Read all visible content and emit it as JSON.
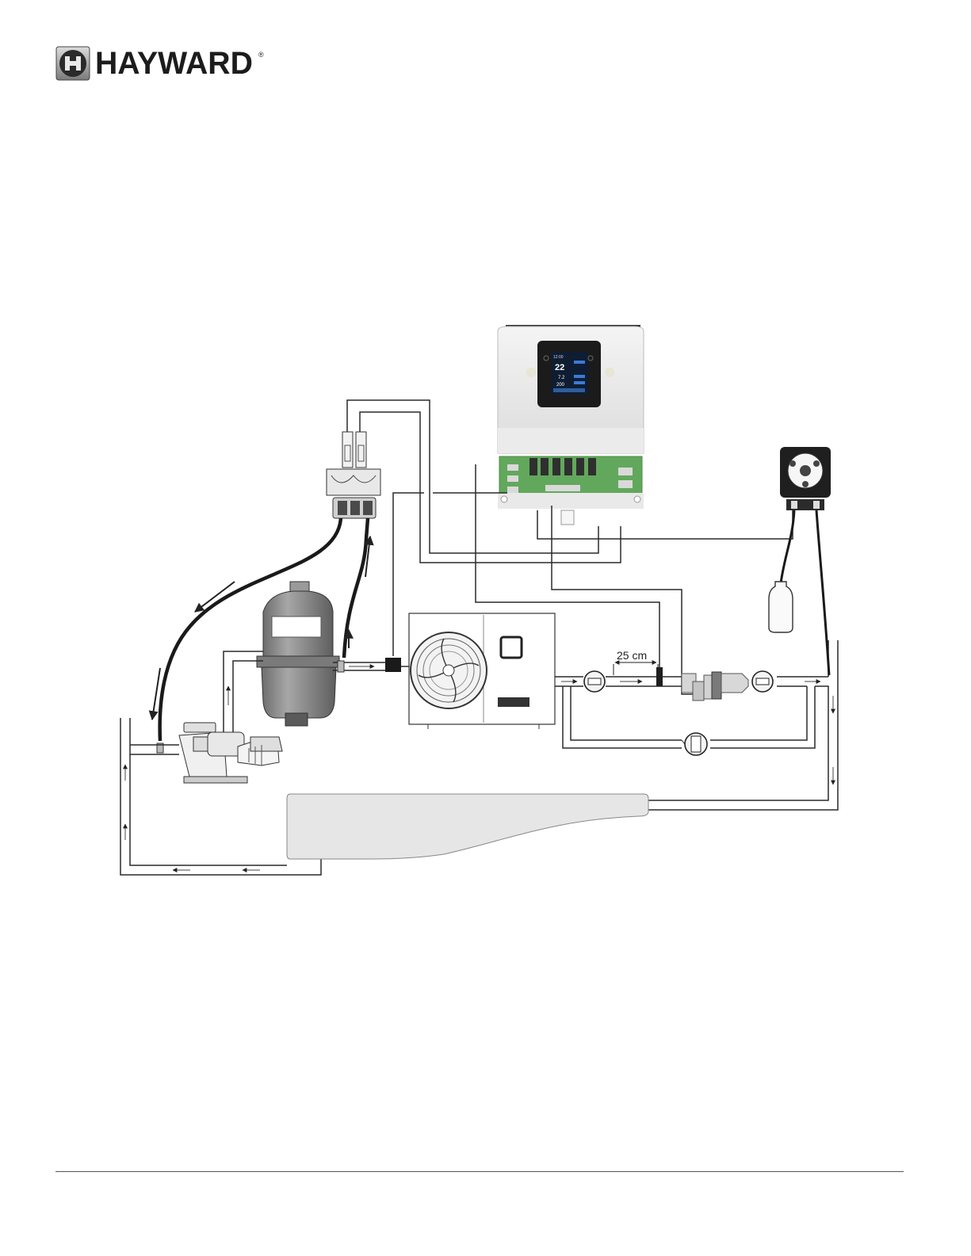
{
  "brand": {
    "name": "HAYWARD",
    "reg_mark": "®"
  },
  "controller": {
    "screen_time": "12:00",
    "screen_value": "22",
    "screen_ph": "7.2",
    "screen_orp": "200"
  },
  "labels": {
    "dimension": "25 cm"
  },
  "colors": {
    "pipe": "#2a2a2a",
    "filter_body": "#8a8a8a",
    "pool": "#e6e6e6",
    "pcb": "#5fa25a"
  }
}
